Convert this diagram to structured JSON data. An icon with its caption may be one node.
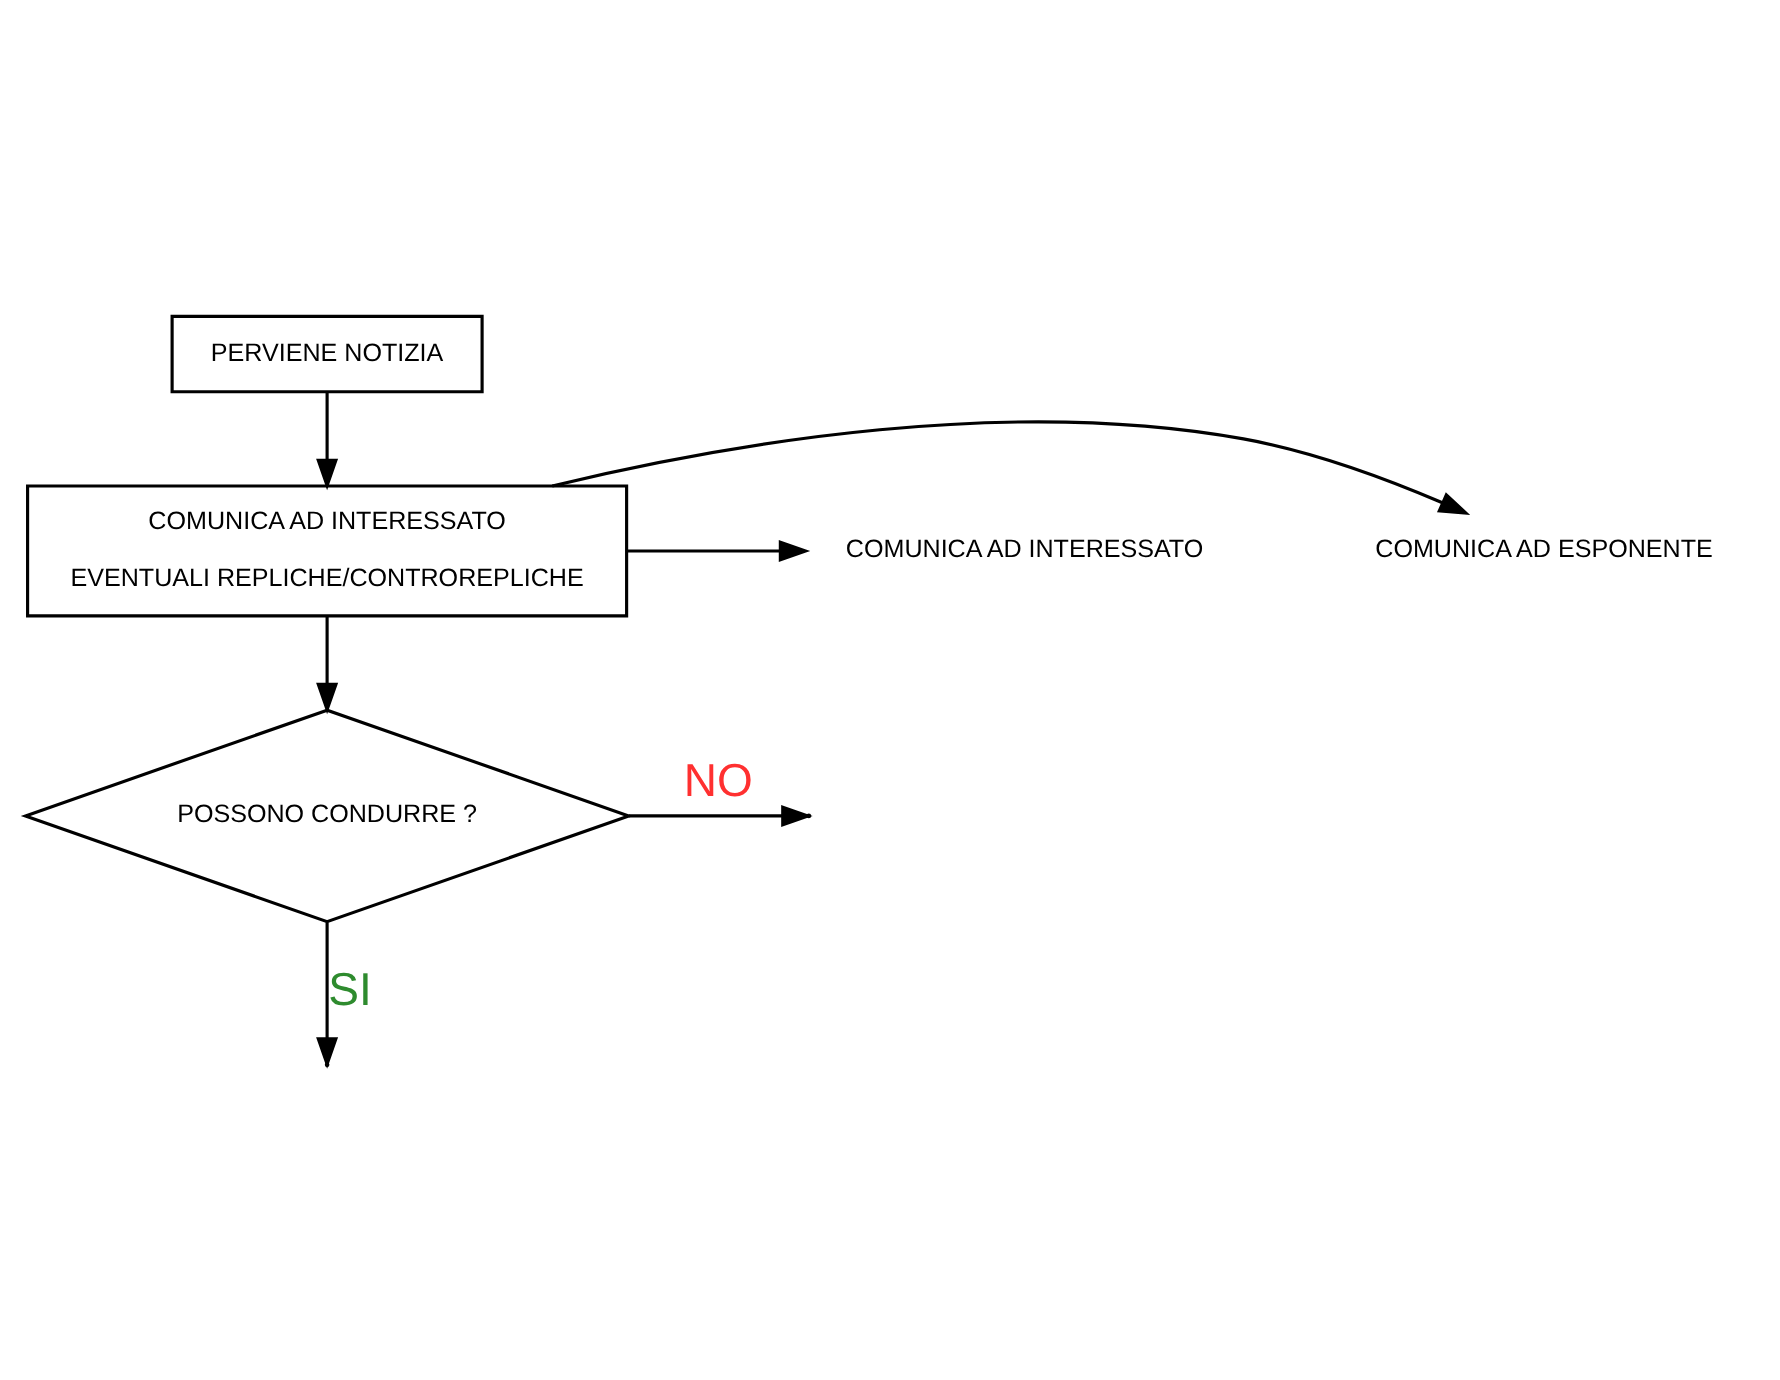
{
  "diagram": {
    "nodes": [
      {
        "text": [
          "PERVIENE NOTIZIA"
        ]
      },
      {
        "text": [
          "COMUNICA AD INTERESSATO",
          "EVENTUALI REPLICHE/CONTROREPLICHE"
        ]
      },
      {
        "text": [
          "COMUNICA AD ESPONENTE"
        ]
      },
      {
        "text": [
          "COMUNICA AD INTERESSATO"
        ]
      },
      {
        "text": [
          "POSSONO CONDURRE ?"
        ]
      }
    ],
    "edges": [
      {
        "from": 0,
        "to": 1,
        "arrow": "to"
      },
      {
        "from": 1,
        "to": 2,
        "arrow": "to"
      },
      {
        "from": 1,
        "to": 3,
        "arrow": "to"
      },
      {
        "from": 1,
        "to": 4,
        "arrow": "to"
      },
      {
        "from": 4,
        "to": null,
        "arrow": "to",
        "label": "NO"
      },
      {
        "from": 4,
        "to": null,
        "arrow": "to",
        "label": "SI"
      }
    ]
  }
}
